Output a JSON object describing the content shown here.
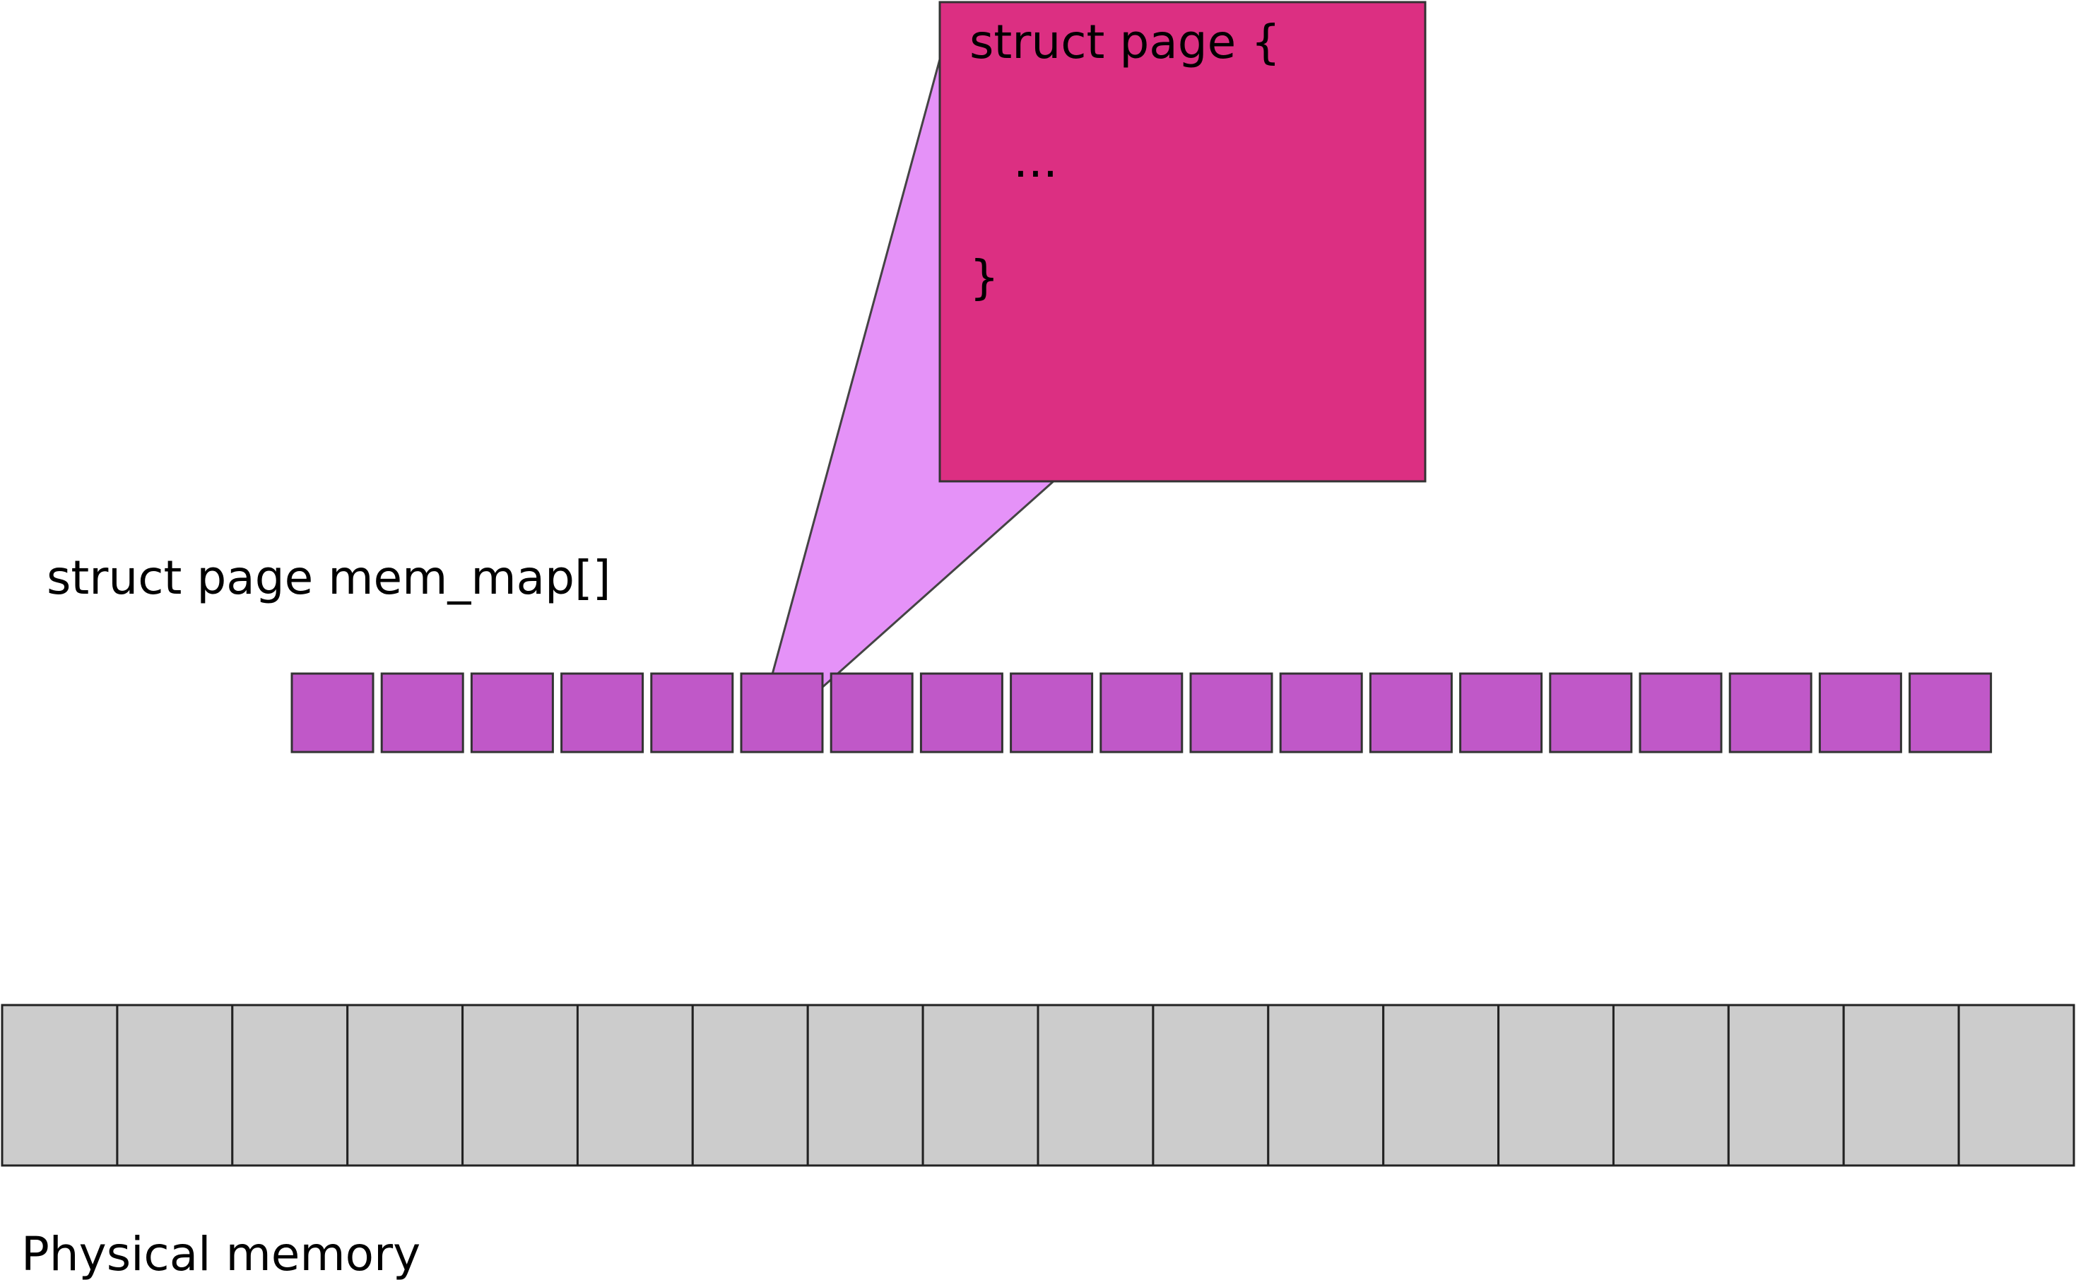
{
  "struct_box": {
    "lines": [
      "struct page {",
      "...",
      "}"
    ],
    "fill": "#dc2f82"
  },
  "callout": {
    "fill": "#e07ff7"
  },
  "mem_map": {
    "label": "struct page mem_map[]",
    "cell_count": 19,
    "highlighted_index": 5,
    "fill": "#c058c8"
  },
  "physical_memory": {
    "label": "Physical memory",
    "cell_count": 18,
    "fill": "#cccccc"
  },
  "colors": {
    "stroke": "#333333",
    "text": "#000000"
  }
}
